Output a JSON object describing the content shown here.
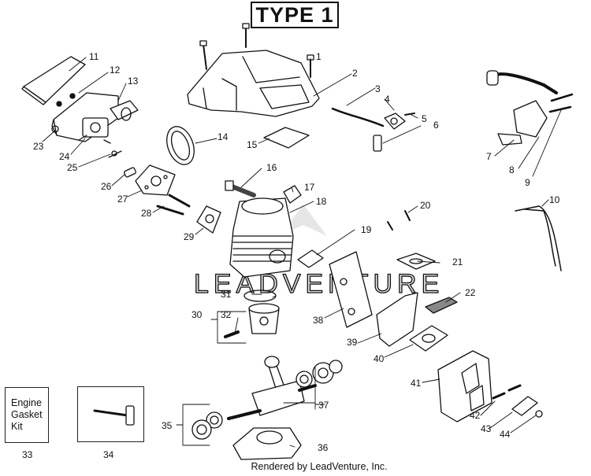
{
  "title": "TYPE 1",
  "kit_label": [
    "Engine",
    "Gasket",
    "Kit"
  ],
  "watermark": "LEADVENTURE",
  "footer": "Rendered by LeadVenture, Inc.",
  "callouts": [
    {
      "num": "1",
      "part": "part-1"
    },
    {
      "num": "2",
      "part": "part-2"
    },
    {
      "num": "3",
      "part": "part-3"
    },
    {
      "num": "4",
      "part": "part-4"
    },
    {
      "num": "5",
      "part": "part-5"
    },
    {
      "num": "6",
      "part": "part-6"
    },
    {
      "num": "7",
      "part": "part-7"
    },
    {
      "num": "8",
      "part": "part-8"
    },
    {
      "num": "9",
      "part": "part-9"
    },
    {
      "num": "10",
      "part": "part-10"
    },
    {
      "num": "11",
      "part": "part-11"
    },
    {
      "num": "12",
      "part": "part-12"
    },
    {
      "num": "13",
      "part": "part-13"
    },
    {
      "num": "14",
      "part": "part-14"
    },
    {
      "num": "15",
      "part": "part-15"
    },
    {
      "num": "16",
      "part": "part-16"
    },
    {
      "num": "17",
      "part": "part-17"
    },
    {
      "num": "18",
      "part": "part-18"
    },
    {
      "num": "19",
      "part": "part-19"
    },
    {
      "num": "20",
      "part": "part-20"
    },
    {
      "num": "21",
      "part": "part-21"
    },
    {
      "num": "22",
      "part": "part-22"
    },
    {
      "num": "23",
      "part": "part-23"
    },
    {
      "num": "24",
      "part": "part-24"
    },
    {
      "num": "25",
      "part": "part-25"
    },
    {
      "num": "26",
      "part": "part-26"
    },
    {
      "num": "27",
      "part": "part-27"
    },
    {
      "num": "28",
      "part": "part-28"
    },
    {
      "num": "29",
      "part": "part-29"
    },
    {
      "num": "30",
      "part": "part-30"
    },
    {
      "num": "31",
      "part": "part-31"
    },
    {
      "num": "32",
      "part": "part-32"
    },
    {
      "num": "33",
      "part": "part-33"
    },
    {
      "num": "34",
      "part": "part-34"
    },
    {
      "num": "35",
      "part": "part-35"
    },
    {
      "num": "36",
      "part": "part-36"
    },
    {
      "num": "37",
      "part": "part-37"
    },
    {
      "num": "38",
      "part": "part-38"
    },
    {
      "num": "39",
      "part": "part-39"
    },
    {
      "num": "40",
      "part": "part-40"
    },
    {
      "num": "41",
      "part": "part-41"
    },
    {
      "num": "42",
      "part": "part-42"
    },
    {
      "num": "43",
      "part": "part-43"
    },
    {
      "num": "44",
      "part": "part-44"
    }
  ]
}
